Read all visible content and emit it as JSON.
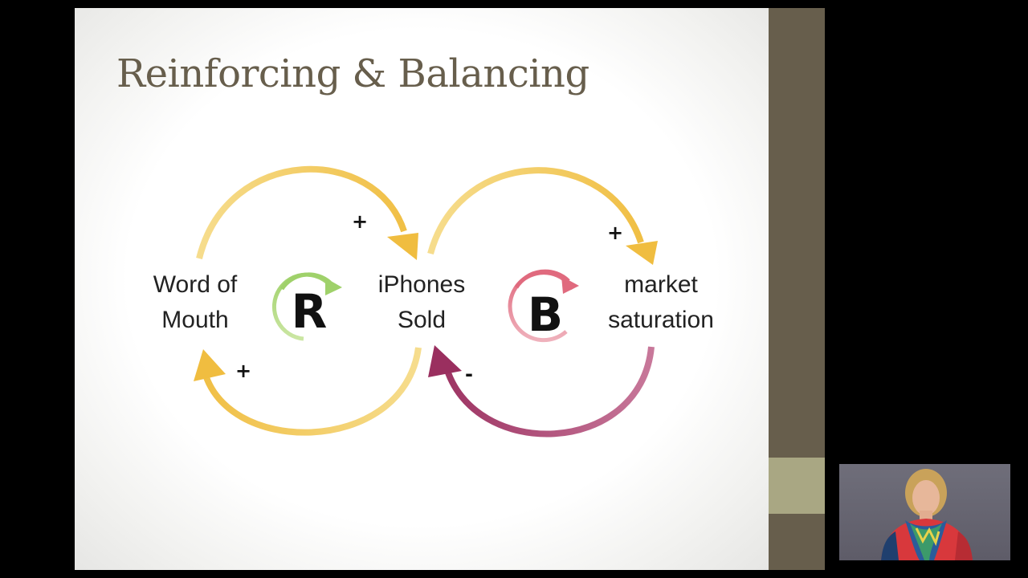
{
  "slide": {
    "title": "Reinforcing & Balancing",
    "background_color": "#ffffff",
    "title_color": "#675e4c",
    "sidebar_color": "#675e4c",
    "sidebar_accent_color": "#a9a783"
  },
  "diagram": {
    "nodes": {
      "word_of_mouth": {
        "line1": "Word of",
        "line2": "Mouth"
      },
      "iphones_sold": {
        "line1": "iPhones",
        "line2": "Sold"
      },
      "market_saturation": {
        "line1": "market",
        "line2": "saturation"
      }
    },
    "loops": {
      "reinforcing": {
        "letter": "R",
        "color": "#9fd16a"
      },
      "balancing": {
        "letter": "B",
        "color": "#e06a7e"
      }
    },
    "links": [
      {
        "from": "Word of Mouth",
        "to": "iPhones Sold",
        "polarity": "+",
        "color": "#f1c452"
      },
      {
        "from": "iPhones Sold",
        "to": "Word of Mouth",
        "polarity": "+",
        "color": "#f1c452"
      },
      {
        "from": "iPhones Sold",
        "to": "market saturation",
        "polarity": "+",
        "color": "#f1c452"
      },
      {
        "from": "market saturation",
        "to": "iPhones Sold",
        "polarity": "-",
        "color": "#9a2f5f"
      }
    ]
  },
  "presenter": {
    "video_label": "presenter-webcam"
  }
}
